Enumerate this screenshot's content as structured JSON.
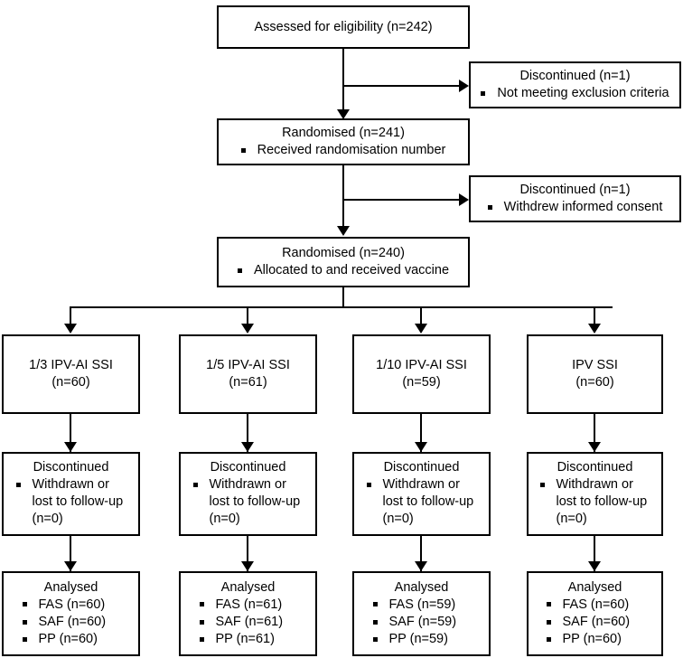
{
  "diagram": {
    "type": "consort-flow-diagram",
    "title": "CONSORT participant flow",
    "colors": {
      "line": "#000000",
      "box_border": "#000000",
      "box_fill": "#ffffff",
      "text": "#000000"
    }
  },
  "nodes": {
    "assessed": {
      "title": "Assessed for eligibility (n=242)"
    },
    "excluded_1": {
      "title": "Discontinued (n=1)",
      "bullets": [
        "Not meeting exclusion criteria"
      ]
    },
    "randomised_241": {
      "title": "Randomised (n=241)",
      "bullets": [
        "Received randomisation number"
      ]
    },
    "excluded_2": {
      "title": "Discontinued (n=1)",
      "bullets": [
        "Withdrew informed consent"
      ]
    },
    "randomised_240": {
      "title": "Randomised (n=240)",
      "bullets": [
        "Allocated to and received vaccine"
      ]
    }
  },
  "arms": [
    {
      "allocation_title": "1/3 IPV-AI SSI",
      "allocation_n": "(n=60)",
      "discontinued_title": "Discontinued",
      "discontinued_bullet_line1": "Withdrawn or",
      "discontinued_bullet_line2": "lost to follow-up",
      "discontinued_bullet_line3": "(n=0)",
      "analysed_title": "Analysed",
      "analysed_bullets": [
        "FAS (n=60)",
        "SAF (n=60)",
        "PP (n=60)"
      ]
    },
    {
      "allocation_title": "1/5 IPV-AI SSI",
      "allocation_n": "(n=61)",
      "discontinued_title": "Discontinued",
      "discontinued_bullet_line1": "Withdrawn or",
      "discontinued_bullet_line2": "lost to follow-up",
      "discontinued_bullet_line3": "(n=0)",
      "analysed_title": "Analysed",
      "analysed_bullets": [
        "FAS (n=61)",
        "SAF (n=61)",
        "PP (n=61)"
      ]
    },
    {
      "allocation_title": "1/10 IPV-AI SSI",
      "allocation_n": "(n=59)",
      "discontinued_title": "Discontinued",
      "discontinued_bullet_line1": "Withdrawn or",
      "discontinued_bullet_line2": "lost to follow-up",
      "discontinued_bullet_line3": "(n=0)",
      "analysed_title": "Analysed",
      "analysed_bullets": [
        "FAS (n=59)",
        "SAF (n=59)",
        "PP (n=59)"
      ]
    },
    {
      "allocation_title": "IPV SSI",
      "allocation_n": "(n=60)",
      "discontinued_title": "Discontinued",
      "discontinued_bullet_line1": "Withdrawn or",
      "discontinued_bullet_line2": "lost to follow-up",
      "discontinued_bullet_line3": "(n=0)",
      "analysed_title": "Analysed",
      "analysed_bullets": [
        "FAS (n=60)",
        "SAF (n=60)",
        "PP (n=60)"
      ]
    }
  ]
}
